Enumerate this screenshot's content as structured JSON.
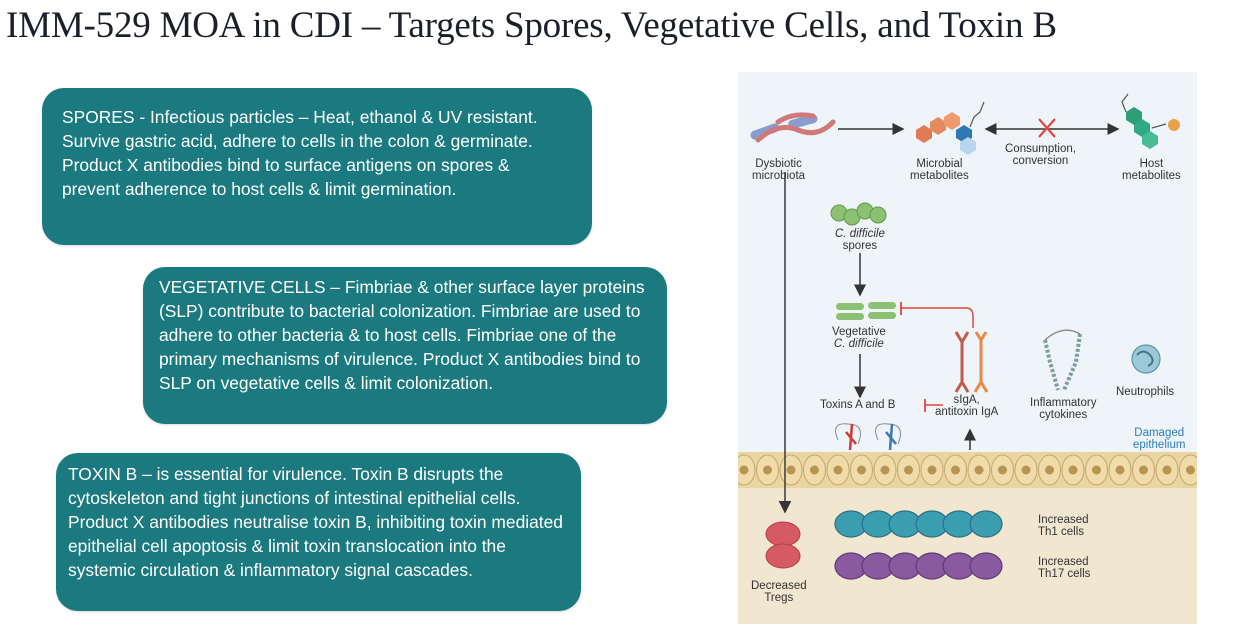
{
  "title": "IMM-529 MOA in CDI – Targets Spores, Vegetative Cells, and Toxin B",
  "boxes": {
    "spores": "SPORES - Infectious particles – Heat, ethanol & UV resistant. Survive gastric acid, adhere to cells in the colon & germinate. Product X antibodies bind to surface antigens on spores & prevent adherence to host cells & limit germination.",
    "vegetative": "VEGETATIVE CELLS – Fimbriae & other surface layer proteins (SLP) contribute to bacterial colonization. Fimbriae are used to adhere to other bacteria & to host cells. Fimbriae one of the primary mechanisms of virulence. Product X antibodies bind to SLP on vegetative cells & limit colonization.",
    "toxin": "TOXIN B – is essential for virulence. Toxin B disrupts the cytoskeleton and tight junctions of intestinal epithelial cells. Product X antibodies neutralise toxin B, inhibiting toxin mediated epithelial cell apoptosis & limit toxin translocation into the systemic circulation & inflammatory signal cascades."
  },
  "figure": {
    "dysbiotic": [
      "Dysbiotic",
      "microbiota"
    ],
    "microbial": [
      "Microbial",
      "metabolites"
    ],
    "consumption": [
      "Consumption,",
      "conversion"
    ],
    "host": [
      "Host",
      "metabolites"
    ],
    "spores": [
      "C. difficile",
      "spores"
    ],
    "vegetative": [
      "Vegetative",
      "C. difficile"
    ],
    "toxins": "Toxins A and B",
    "iga": [
      "sIgA,",
      "antitoxin IgA"
    ],
    "cytokines": [
      "Inflammatory",
      "cytokines"
    ],
    "neutrophils": "Neutrophils",
    "damaged": [
      "Damaged",
      "epithelium"
    ],
    "th1": [
      "Increased",
      "Th1 cells"
    ],
    "th17": [
      "Increased",
      "Th17 cells"
    ],
    "tregs": [
      "Decreased",
      "Tregs"
    ]
  },
  "colors": {
    "box_bg": "#1a7a80",
    "inhibit_red": "#e0473a",
    "th1": "#3b9db0",
    "th17": "#8a5aa0",
    "tregs": "#d55a63",
    "epithelium": "#e9d5a1"
  }
}
